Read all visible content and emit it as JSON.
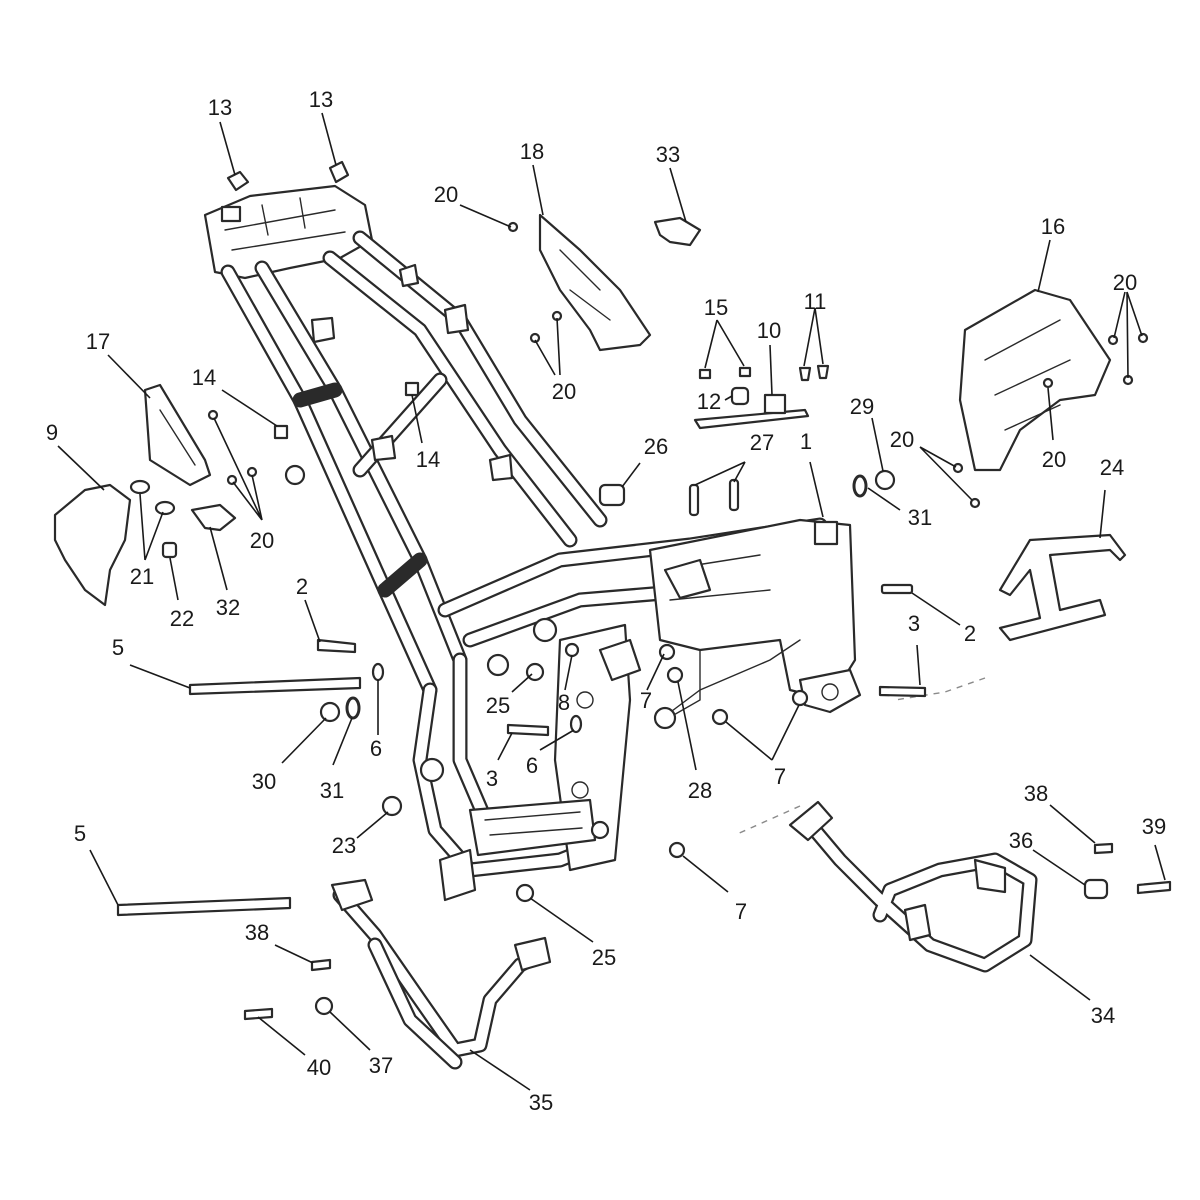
{
  "diagram": {
    "callouts": [
      {
        "id": "c13a",
        "text": "13"
      },
      {
        "id": "c13b",
        "text": "13"
      },
      {
        "id": "c18",
        "text": "18"
      },
      {
        "id": "c33",
        "text": "33"
      },
      {
        "id": "c20a",
        "text": "20"
      },
      {
        "id": "c20b",
        "text": "20"
      },
      {
        "id": "c16",
        "text": "16"
      },
      {
        "id": "c20c",
        "text": "20"
      },
      {
        "id": "c17",
        "text": "17"
      },
      {
        "id": "c15",
        "text": "15"
      },
      {
        "id": "c11",
        "text": "11"
      },
      {
        "id": "c10",
        "text": "10"
      },
      {
        "id": "c14a",
        "text": "14"
      },
      {
        "id": "c12",
        "text": "12"
      },
      {
        "id": "c29",
        "text": "29"
      },
      {
        "id": "c20d",
        "text": "20"
      },
      {
        "id": "c20e",
        "text": "20"
      },
      {
        "id": "c9",
        "text": "9"
      },
      {
        "id": "c14b",
        "text": "14"
      },
      {
        "id": "c27",
        "text": "27"
      },
      {
        "id": "c1",
        "text": "1"
      },
      {
        "id": "c26",
        "text": "26"
      },
      {
        "id": "c24",
        "text": "24"
      },
      {
        "id": "c20f",
        "text": "20"
      },
      {
        "id": "c31a",
        "text": "31"
      },
      {
        "id": "c21",
        "text": "21"
      },
      {
        "id": "c22",
        "text": "22"
      },
      {
        "id": "c32",
        "text": "32"
      },
      {
        "id": "c2a",
        "text": "2"
      },
      {
        "id": "c2b",
        "text": "2"
      },
      {
        "id": "c3a",
        "text": "3"
      },
      {
        "id": "c5a",
        "text": "5"
      },
      {
        "id": "c25a",
        "text": "25"
      },
      {
        "id": "c8",
        "text": "8"
      },
      {
        "id": "c7a",
        "text": "7"
      },
      {
        "id": "c6a",
        "text": "6"
      },
      {
        "id": "c30",
        "text": "30"
      },
      {
        "id": "c31b",
        "text": "31"
      },
      {
        "id": "c3b",
        "text": "3"
      },
      {
        "id": "c6b",
        "text": "6"
      },
      {
        "id": "c28",
        "text": "28"
      },
      {
        "id": "c7b",
        "text": "7"
      },
      {
        "id": "c38a",
        "text": "38"
      },
      {
        "id": "c39",
        "text": "39"
      },
      {
        "id": "c36",
        "text": "36"
      },
      {
        "id": "c5b",
        "text": "5"
      },
      {
        "id": "c23",
        "text": "23"
      },
      {
        "id": "c7c",
        "text": "7"
      },
      {
        "id": "c25b",
        "text": "25"
      },
      {
        "id": "c38b",
        "text": "38"
      },
      {
        "id": "c34",
        "text": "34"
      },
      {
        "id": "c40",
        "text": "40"
      },
      {
        "id": "c37",
        "text": "37"
      },
      {
        "id": "c35",
        "text": "35"
      }
    ]
  }
}
